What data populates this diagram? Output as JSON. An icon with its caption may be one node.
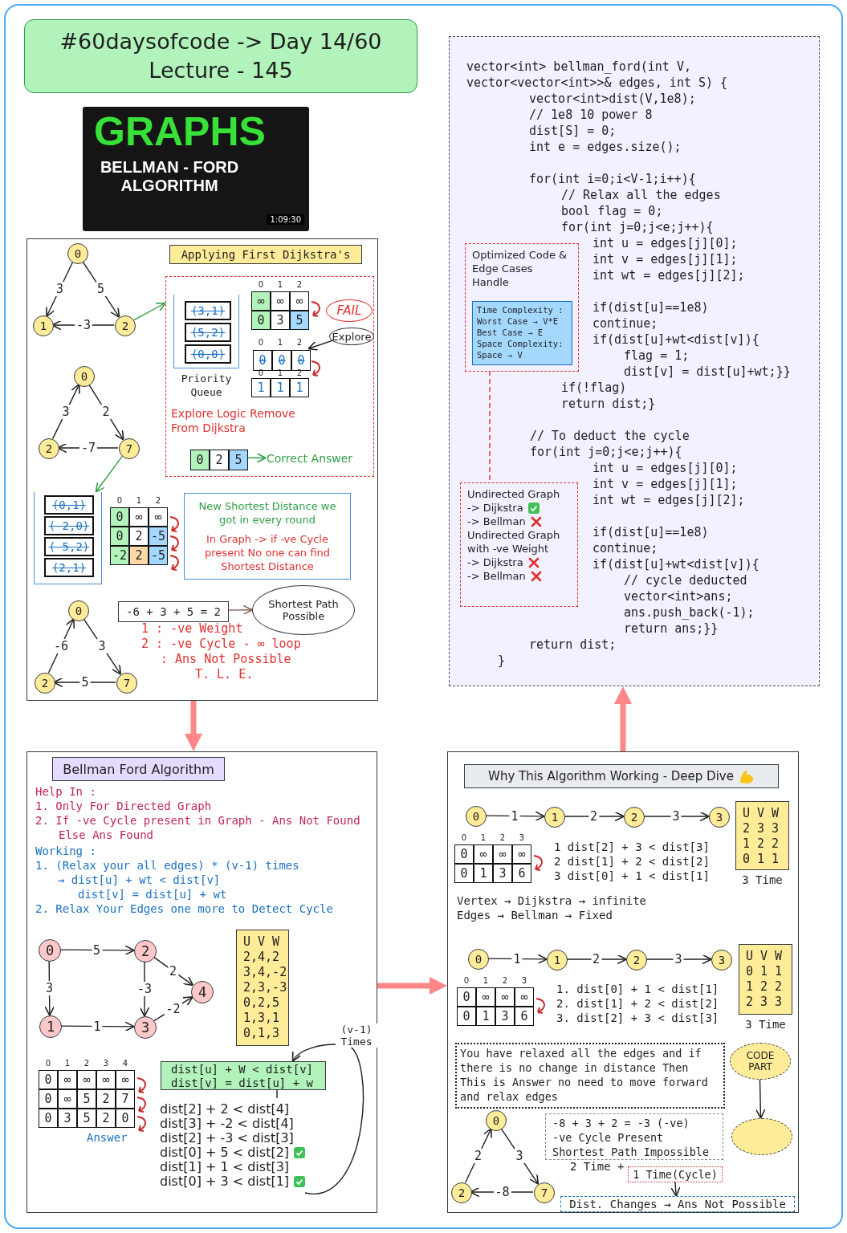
{
  "diagram": {
    "nodes": [
      {
        "text": [
          "#60daysofcode -> Day 14/60 Lecture - 145"
        ]
      },
      {
        "text": [
          "GRAPHS",
          "BELLMAN - FORD ALGORITHM",
          "1:09:30"
        ]
      },
      {
        "text": [],
        "shape": "box"
      },
      {
        "text": [
          "Applying First Dijkstra's"
        ],
        "in": 2
      },
      {
        "text": [
          "0"
        ],
        "in": 2
      },
      {
        "text": [
          "1"
        ],
        "in": 2
      },
      {
        "text": [
          "2"
        ],
        "in": 2
      },
      {
        "text": [],
        "shape": "box",
        "in": 2
      },
      {
        "text": [
          "Priority Queue"
        ],
        "in": 7
      },
      {
        "text": [
          "(3,1)"
        ],
        "in": 8
      },
      {
        "text": [
          "(5,2)"
        ],
        "in": 8
      },
      {
        "text": [
          "(0,0)"
        ],
        "in": 8
      },
      {
        "text": [
          "FAIL"
        ],
        "in": 7
      },
      {
        "text": [
          "Explore"
        ],
        "in": 7
      },
      {
        "text": [
          "0",
          "2",
          "5"
        ],
        "in": 7
      },
      {
        "text": [
          "Correct Answer"
        ],
        "in": 7
      },
      {
        "text": [
          "0"
        ],
        "in": 2
      },
      {
        "text": [
          "2"
        ],
        "in": 2
      },
      {
        "text": [
          "7"
        ],
        "in": 2
      },
      {
        "text": [],
        "shape": "box",
        "in": 2
      },
      {
        "text": [
          "(0,1)"
        ],
        "in": 19
      },
      {
        "text": [
          "(-2,0)"
        ],
        "in": 19
      },
      {
        "text": [
          "(-5,2)"
        ],
        "in": 19
      },
      {
        "text": [
          "(2,1)"
        ],
        "in": 19
      },
      {
        "text": [
          "New Shortest Distance we got in every round",
          "In Graph -> if -ve Cycle present No one can find Shortest Distance"
        ],
        "in": 2
      },
      {
        "text": [
          "0"
        ],
        "in": 2
      },
      {
        "text": [
          "2"
        ],
        "in": 2
      },
      {
        "text": [
          "7"
        ],
        "in": 2
      },
      {
        "text": [
          "-6 + 3 + 5 = 2"
        ],
        "in": 2
      },
      {
        "text": [
          "Shortest Path Possible"
        ],
        "in": 2
      },
      {
        "text": [],
        "shape": "box"
      },
      {
        "text": [
          "Bellman Ford Algorithm"
        ],
        "in": 30
      },
      {
        "text": [
          "0"
        ],
        "in": 30
      },
      {
        "text": [
          "2"
        ],
        "in": 30
      },
      {
        "text": [
          "4"
        ],
        "in": 30
      },
      {
        "text": [
          "1"
        ],
        "in": 30
      },
      {
        "text": [
          "3"
        ],
        "in": 30
      },
      {
        "text": [
          "U V W",
          "2,4,2",
          "3,4,-2",
          "2,3,-3",
          "0,2,5",
          "1,3,1",
          "0,1,3"
        ],
        "in": 30
      },
      {
        "text": [
          "dist[u] + W < dist[v]",
          "dist[v] = dist[u] + w"
        ],
        "in": 30
      },
      {
        "text": [
          "dist[2] + 2 < dist[4]",
          "dist[3] + -2 < dist[4]",
          "dist[2] + -3 < dist[3]",
          "dist[0] + 5 < dist[2]",
          "dist[1] + 1 < dist[3]",
          "dist[0] + 3 < dist[1]"
        ],
        "in": 30
      },
      {
        "text": [],
        "shape": "box"
      },
      {
        "text": [
          "Why This Algorithm Working - Deep Dive"
        ],
        "in": 40
      },
      {
        "text": [
          "0"
        ],
        "in": 40
      },
      {
        "text": [
          "1"
        ],
        "in": 40
      },
      {
        "text": [
          "2"
        ],
        "in": 40
      },
      {
        "text": [
          "3"
        ],
        "in": 40
      },
      {
        "text": [
          "U V W",
          "2 3 3",
          "1 2 2",
          "0 1 1"
        ],
        "beside": [
          "3 Time"
        ],
        "in": 40
      },
      {
        "text": [
          "0"
        ],
        "in": 40
      },
      {
        "text": [
          "1"
        ],
        "in": 40
      },
      {
        "text": [
          "2"
        ],
        "in": 40
      },
      {
        "text": [
          "3"
        ],
        "in": 40
      },
      {
        "text": [
          "U V W",
          "0 1 1",
          "1 2 2",
          "2 3 3"
        ],
        "beside": [
          "3 Time"
        ],
        "in": 40
      },
      {
        "text": [
          "You have relaxed all the edges and if there is no change in distance Then This is Answer no need to move forward and relax edges"
        ],
        "in": 40
      },
      {
        "text": [
          "CODE PART"
        ],
        "in": 40
      },
      {
        "text": [],
        "shape": "circle",
        "in": 40
      },
      {
        "text": [
          "0"
        ],
        "in": 40
      },
      {
        "text": [
          "2"
        ],
        "in": 40
      },
      {
        "text": [
          "7"
        ],
        "in": 40
      },
      {
        "text": [
          "-8 + 3 + 2 = -3 (-ve)",
          "-ve Cycle Present",
          "Shortest Path Impossible"
        ],
        "in": 40
      },
      {
        "text": [
          "1 Time(Cycle)"
        ],
        "in": 40
      },
      {
        "text": [
          "Dist. Changes → Ans Not Possible"
        ],
        "in": 40
      },
      {
        "text": [],
        "shape": "box"
      },
      {
        "text": [
          "Optimized Code & Edge Cases Handle"
        ],
        "in": 61
      },
      {
        "text": [
          "Time Complexity :",
          "Worst Case → V*E",
          "Best Case → E",
          "Space Complexity:",
          "Space → V"
        ],
        "in": 62
      },
      {
        "text": [
          "Undirected Graph",
          "-> Dijkstra",
          "-> Bellman",
          "Undirected Graph with -ve Weight",
          "-> Dijkstra",
          "-> Bellman"
        ],
        "in": 61
      },
      {
        "text": [
          "0",
          "0",
          "0"
        ],
        "in": 7
      }
    ],
    "edges": [
      {
        "from": 4,
        "to": 5,
        "arrow": "to",
        "label": "3"
      },
      {
        "from": 4,
        "to": 6,
        "arrow": "to",
        "label": "5"
      },
      {
        "from": 6,
        "to": 5,
        "arrow": "to",
        "label": "-3"
      },
      {
        "from": 6,
        "to": 7,
        "arrow": "to",
        "color": "#2f9e44"
      },
      {
        "from": 13,
        "to": 65,
        "arrow": "to"
      },
      {
        "from": 14,
        "to": 15,
        "arrow": "to",
        "color": "#2f9e44"
      },
      {
        "from": 17,
        "to": 16,
        "arrow": "to",
        "label": "3"
      },
      {
        "from": 16,
        "to": 18,
        "arrow": "to",
        "label": "2"
      },
      {
        "from": 18,
        "to": 17,
        "arrow": "to",
        "label": "-7"
      },
      {
        "from": 18,
        "to": 19,
        "arrow": "to",
        "color": "#2f9e44"
      },
      {
        "from": 26,
        "to": 25,
        "arrow": "to",
        "label": "-6"
      },
      {
        "from": 25,
        "to": 27,
        "arrow": "to",
        "label": "3"
      },
      {
        "from": 27,
        "to": 26,
        "arrow": "to",
        "label": "5"
      },
      {
        "from": 28,
        "to": 29,
        "arrow": "to",
        "color": "#846358"
      },
      {
        "from": 2,
        "to": 30,
        "arrow": "to",
        "style": "thick",
        "color": "#ff8787"
      },
      {
        "from": 32,
        "to": 33,
        "arrow": "to",
        "label": "5"
      },
      {
        "from": 32,
        "to": 35,
        "arrow": "to",
        "label": "3"
      },
      {
        "from": 33,
        "to": 34,
        "arrow": "to",
        "label": "2"
      },
      {
        "from": 33,
        "to": 36,
        "arrow": "to",
        "label": "-3"
      },
      {
        "from": 35,
        "to": 36,
        "arrow": "to",
        "label": "1"
      },
      {
        "from": 36,
        "to": 34,
        "arrow": "to",
        "label": "-2"
      },
      {
        "from": 38,
        "to": 39,
        "arrow": "none"
      },
      {
        "from": 39,
        "to": 38,
        "arrow": "to",
        "label": "(v-1) Times"
      },
      {
        "from": 30,
        "to": 40,
        "arrow": "to",
        "style": "thick",
        "color": "#ff8787"
      },
      {
        "from": 42,
        "to": 43,
        "arrow": "to",
        "label": "1"
      },
      {
        "from": 43,
        "to": 44,
        "arrow": "to",
        "label": "2"
      },
      {
        "from": 44,
        "to": 45,
        "arrow": "to",
        "label": "3"
      },
      {
        "from": 47,
        "to": 48,
        "arrow": "to",
        "label": "1"
      },
      {
        "from": 48,
        "to": 49,
        "arrow": "to",
        "label": "2"
      },
      {
        "from": 49,
        "to": 50,
        "arrow": "to",
        "label": "3"
      },
      {
        "from": 53,
        "to": 54,
        "arrow": "to"
      },
      {
        "from": 56,
        "to": 55,
        "arrow": "to",
        "label": "2"
      },
      {
        "from": 55,
        "to": 57,
        "arrow": "to",
        "label": "3"
      },
      {
        "from": 57,
        "to": 56,
        "arrow": "to",
        "label": "-8"
      },
      {
        "from": 59,
        "to": 60,
        "arrow": "to"
      },
      {
        "from": 40,
        "to": 61,
        "arrow": "to",
        "style": "thick",
        "color": "#ff8787"
      },
      {
        "from": 62,
        "to": 64,
        "arrow": "none",
        "style": "dashed",
        "color": "#e03131"
      }
    ],
    "labels": [
      "0",
      "1",
      "2",
      "∞",
      "∞",
      "∞",
      "0",
      "3",
      "5",
      "0",
      "1",
      "2",
      "0",
      "1",
      "2",
      "1",
      "1",
      "1",
      "Explore Logic Remove From Dijkstra",
      "0",
      "1",
      "2",
      "0",
      "∞",
      "∞",
      "0",
      "2",
      "-5",
      "-2",
      "2",
      "-5",
      "1 : -ve Weight",
      "2 : -ve Cycle - ∞ loop",
      ": Ans Not Possible",
      "T. L. E.",
      "Help In :",
      "1. Only For Directed Graph",
      "2. If -ve Cycle present in Graph - Ans Not Found Else Ans Found",
      "Working :",
      "1. (Relax your all edges) * (v-1) times",
      "→ dist[u] + wt < dist[v]",
      "dist[v] = dist[u] + wt",
      "2. Relax Your Edges one more to Detect Cycle",
      "0",
      "1",
      "2",
      "3",
      "4",
      "0",
      "∞",
      "∞",
      "∞",
      "∞",
      "0",
      "∞",
      "5",
      "2",
      "7",
      "0",
      "3",
      "5",
      "2",
      "0",
      "Answer",
      "0",
      "1",
      "2",
      "3",
      "0",
      "∞",
      "∞",
      "∞",
      "0",
      "1",
      "3",
      "6",
      "1 dist[2] + 3 < dist[3]",
      "2 dist[1] + 2 < dist[2]",
      "3 dist[0] + 1 < dist[1]",
      "Vertex → Dijkstra → infinite",
      "Edges → Bellman → Fixed",
      "0",
      "1",
      "2",
      "3",
      "0",
      "∞",
      "∞",
      "∞",
      "0",
      "1",
      "3",
      "6",
      "1. dist[0] + 1 < dist[1]",
      "2. dist[1] + 2 < dist[2]",
      "3. dist[2] + 3 < dist[3]",
      "2 Time +",
      "vector<int> bellman_ford(int V,",
      "vector<vector<int>>& edges, int S) {",
      "vector<int>dist(V,1e8);",
      "// 1e8 10 power 8",
      "dist[S] = 0;",
      "int e = edges.size();",
      "for(int i=0;i<V-1;i++){",
      "// Relax all the edges",
      "bool flag = 0;",
      "for(int j=0;j<e;j++){",
      "int u = edges[j][0];",
      "int v = edges[j][1];",
      "int wt = edges[j][2];",
      "if(dist[u]==1e8)",
      "continue;",
      "if(dist[u]+wt<dist[v]){",
      "flag = 1;",
      "dist[v] = dist[u]+wt;}}",
      "if(!flag)",
      "return dist;}",
      "// To deduct the cycle",
      "for(int j=0;j<e;j++){",
      "int u = edges[j][0];",
      "int v = edges[j][1];",
      "int wt = edges[j][2];",
      "if(dist[u]==1e8)",
      "continue;",
      "if(dist[u]+wt<dist[v]){",
      "// cycle deducted",
      "vector<int>ans;",
      "ans.push_back(-1);",
      "return ans;}}",
      "return dist;",
      "}"
    ]
  }
}
